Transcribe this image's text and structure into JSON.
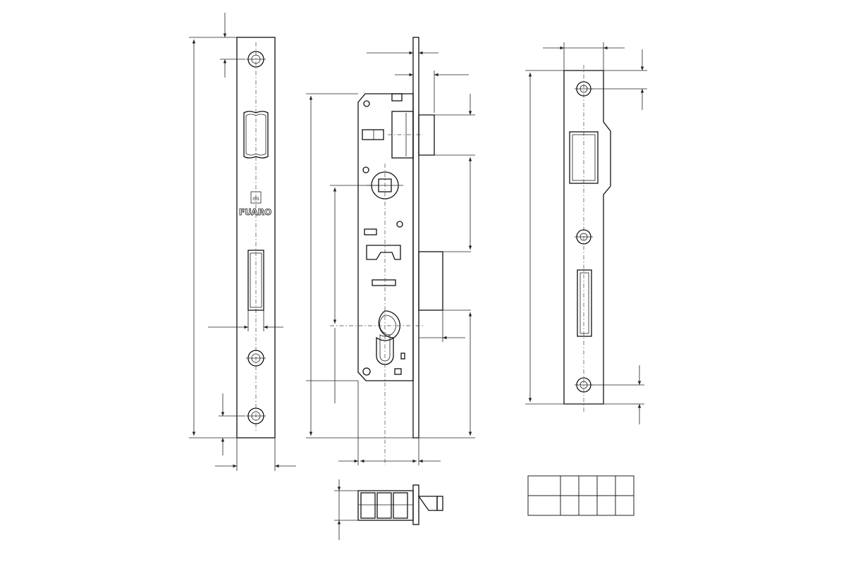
{
  "drawing": {
    "brand_text": "FUARO",
    "logo_glyph": "ISS",
    "views": [
      "faceplate-front-view",
      "lock-body-side-view",
      "strike-plate-view",
      "bottom-view"
    ]
  },
  "spec_table": {
    "rows": 2,
    "columns": 5,
    "cells": [
      [
        "",
        "",
        "",
        "",
        ""
      ],
      [
        "",
        "",
        "",
        "",
        ""
      ]
    ]
  },
  "colors": {
    "line": "#111111",
    "background": "#ffffff"
  }
}
